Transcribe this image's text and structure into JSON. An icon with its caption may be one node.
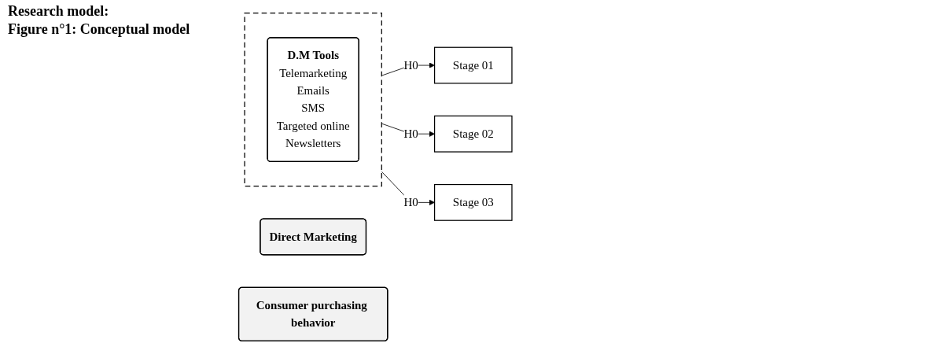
{
  "diagram": {
    "title": "Figure n°1: Conceptual model",
    "nodes": [
      {
        "text": [
          "Direct Marketing"
        ]
      },
      {
        "text": [],
        "shape": "box"
      },
      {
        "text": [
          "D.M Tools",
          "Telemarketing",
          "Emails",
          "SMS",
          "Targeted online",
          "Newsletters"
        ],
        "in": 1
      },
      {
        "text": [
          "Consumer purchasing behavior"
        ]
      },
      {
        "text": [
          "Stage 01"
        ]
      },
      {
        "text": [
          "Stage 02"
        ]
      },
      {
        "text": [
          "Stage 03"
        ]
      }
    ],
    "edges": [
      {
        "from": 1,
        "to": 4,
        "arrow": "to",
        "label": "H0"
      },
      {
        "from": 1,
        "to": 5,
        "arrow": "to",
        "label": "H0"
      },
      {
        "from": 1,
        "to": 6,
        "arrow": "to",
        "label": "H0"
      }
    ],
    "labels": [
      "Research model:"
    ]
  }
}
